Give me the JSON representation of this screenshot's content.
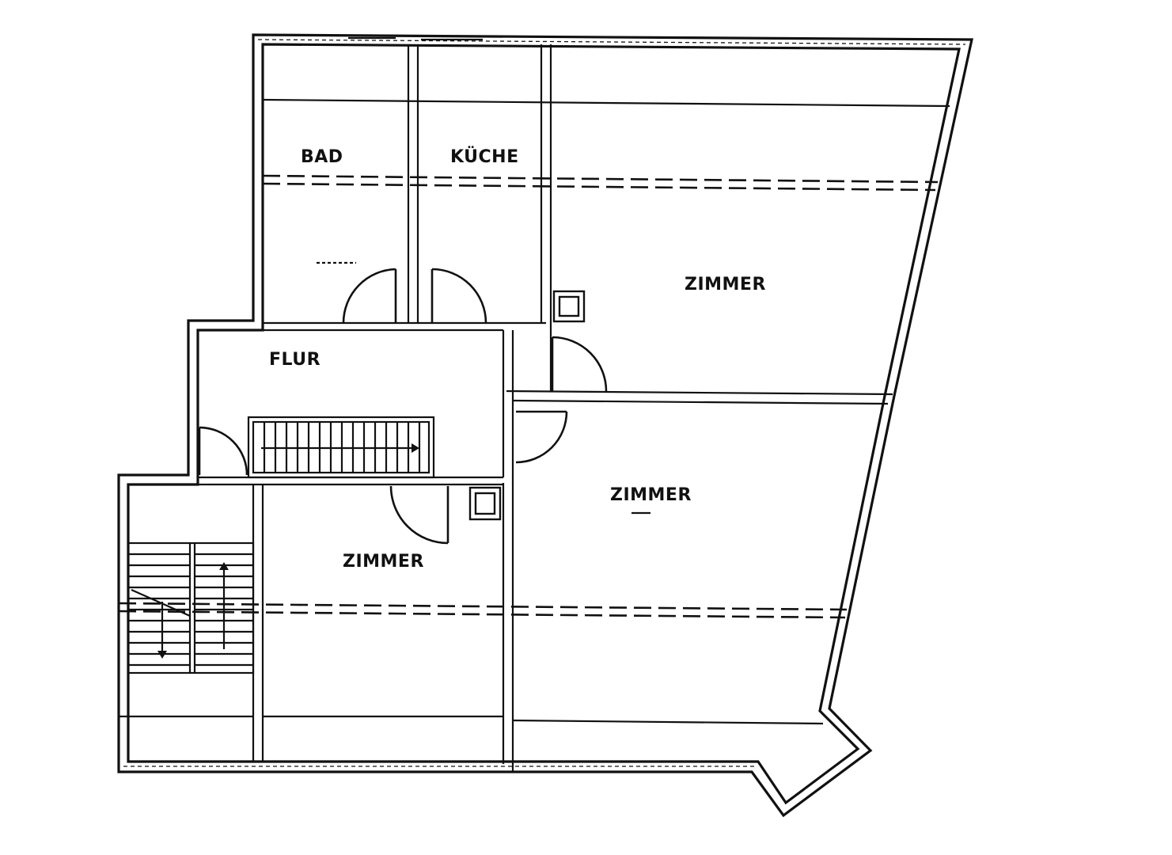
{
  "rooms": {
    "bad": "BAD",
    "kueche": "KÜCHE",
    "zimmer_top": "ZIMMER",
    "flur": "FLUR",
    "zimmer_middle": "ZIMMER",
    "zimmer_bottom": "ZIMMER"
  },
  "icons": {
    "door_swing": "door-arc-icon",
    "stair_direction": "arrow-icon",
    "chimney_shaft": "square-shaft-icon"
  }
}
